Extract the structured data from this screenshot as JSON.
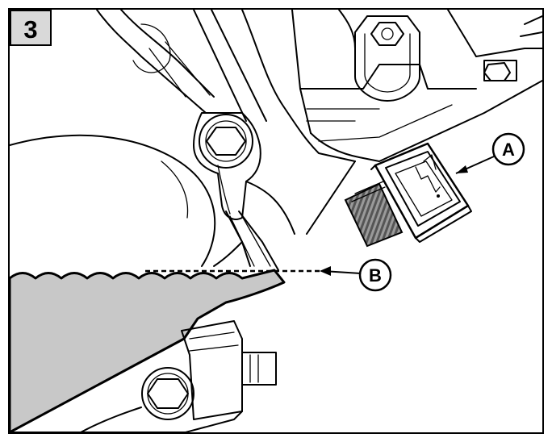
{
  "step_number": "3",
  "callouts": {
    "a": {
      "label": "A"
    },
    "b": {
      "label": "B"
    }
  },
  "colors": {
    "badge_fill": "#d9d9d9",
    "liquid_fill": "#c8c8c8",
    "line": "#000000"
  }
}
